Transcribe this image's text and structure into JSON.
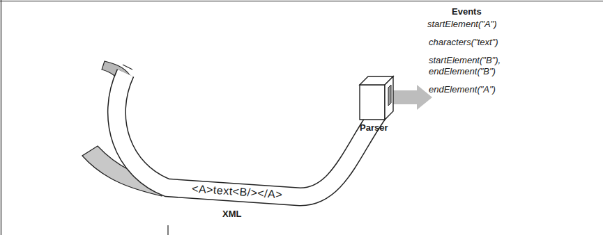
{
  "diagram": {
    "nodes": [
      {
        "text": [
          "Parser"
        ]
      }
    ],
    "labels": [
      "Events",
      "startElement(\"A\")",
      "characters(\"text\")",
      "startElement(\"B\"), endElement(\"B\")",
      "endElement(\"A\")",
      "<A>text<B/></A>",
      "XML"
    ]
  }
}
